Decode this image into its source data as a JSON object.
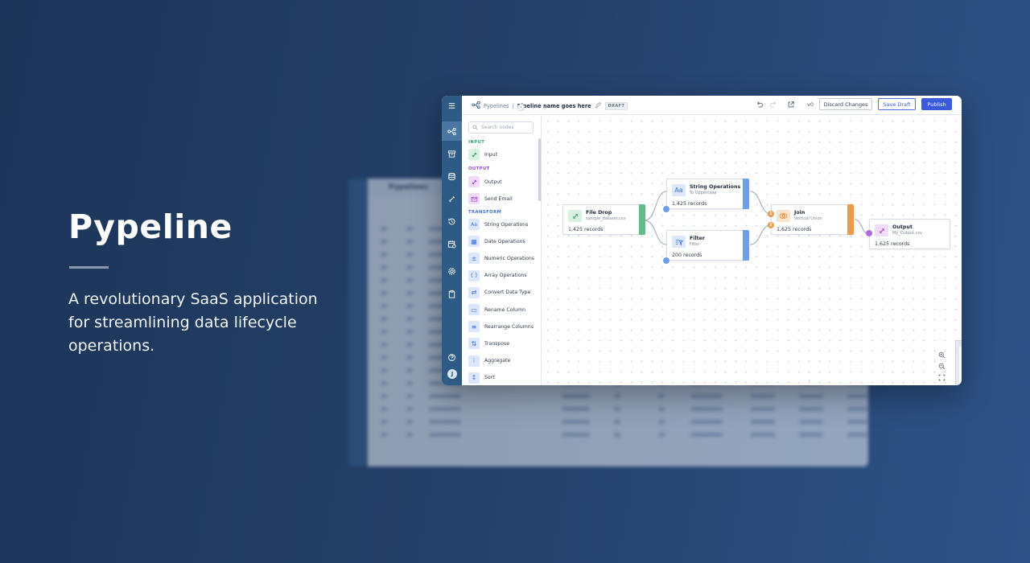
{
  "hero": {
    "title": "Pypeline",
    "subtitle": "A revolutionary SaaS application for streamlining data lifecycle operations."
  },
  "background_window": {
    "title": "Pypelines"
  },
  "rail": {
    "icons": [
      "menu-icon",
      "pipelines-icon",
      "archive-icon",
      "database-icon",
      "connector-icon",
      "history-icon",
      "schedule-icon",
      "settings-icon",
      "clipboard-icon",
      "help-icon"
    ],
    "avatar_initial": "J"
  },
  "topbar": {
    "breadcrumb_root": "Pypelines",
    "separator": "/",
    "pipeline_name": "Pipeline name goes here",
    "status_badge": "DRAFT",
    "version": "v0",
    "discard_label": "Discard Changes",
    "save_label": "Save Draft",
    "publish_label": "Publish"
  },
  "panel": {
    "search_placeholder": "Search nodes",
    "sections": {
      "input": "INPUT",
      "output": "OUTPUT",
      "transform": "TRANSFORM"
    },
    "input_items": [
      "Input"
    ],
    "output_items": [
      "Output",
      "Send Email"
    ],
    "transform_items": [
      "String Operations",
      "Date Operations",
      "Numeric Operations",
      "Array Operations",
      "Convert Data Type",
      "Rename Column",
      "Rearrange Columns",
      "Transpose",
      "Aggregate",
      "Sort"
    ]
  },
  "nodes": {
    "file_drop": {
      "title": "File Drop",
      "subtitle": "sample_dataset.csv",
      "records": "1,425 records"
    },
    "string_ops": {
      "title": "String Operations",
      "subtitle": "To Uppercase",
      "records": "1,425 records"
    },
    "filter": {
      "title": "Filter",
      "subtitle": "Filter",
      "records": "200 records"
    },
    "join": {
      "title": "Join",
      "subtitle": "Vertical Union",
      "records": "1,625 records",
      "port_1": "1",
      "port_2": "2"
    },
    "output": {
      "title": "Output",
      "subtitle": "My_Output.csv",
      "records": "1,625 records"
    }
  },
  "colors": {
    "rail": "#2e5b86",
    "accent_blue": "#3b5bdb",
    "input_green": "#5fbf8a",
    "transform_blue": "#6e9ee8",
    "join_orange": "#ec9a4b",
    "output_purple": "#b06ae0"
  }
}
